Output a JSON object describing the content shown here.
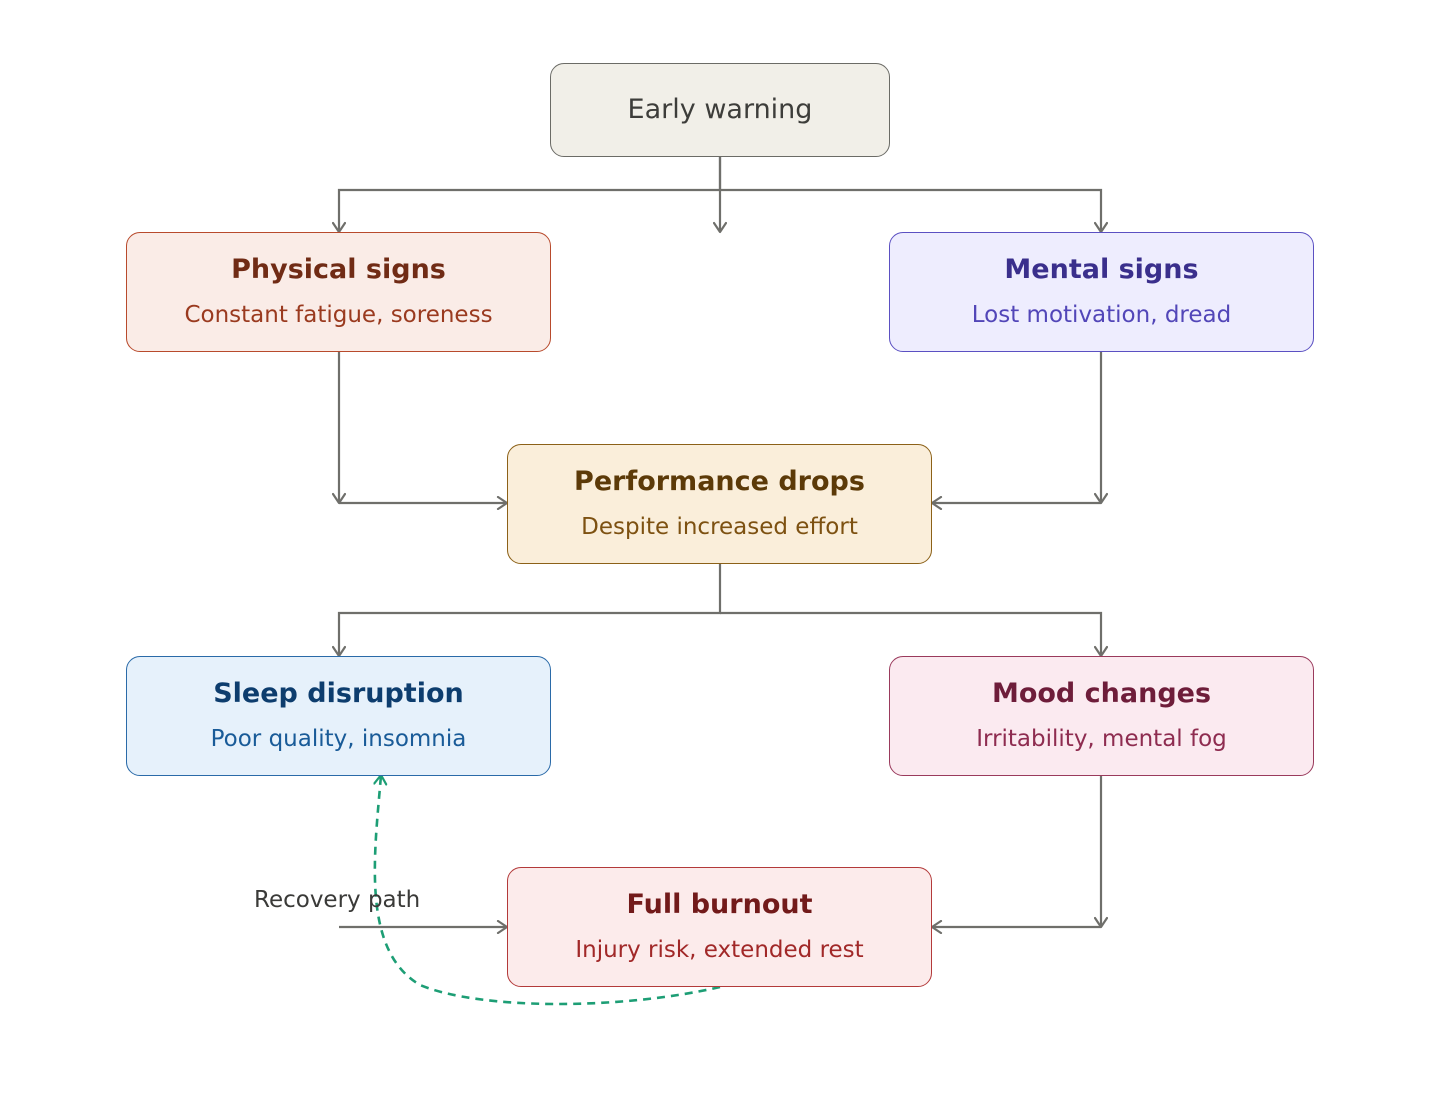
{
  "nodes": {
    "early": {
      "title": "Early warning",
      "fill": "#f1efe8",
      "stroke": "#6b6b66",
      "title_color": "#3d3d3a"
    },
    "physical": {
      "title": "Physical signs",
      "sub": "Constant fatigue, soreness",
      "fill": "#faece7",
      "stroke": "#b84a2c",
      "title_color": "#702b15",
      "sub_color": "#9a3a1f"
    },
    "mental": {
      "title": "Mental signs",
      "sub": "Lost motivation, dread",
      "fill": "#eeedfe",
      "stroke": "#5b50c2",
      "title_color": "#3a2f8c",
      "sub_color": "#5246b8"
    },
    "performance": {
      "title": "Performance drops",
      "sub": "Despite increased effort",
      "fill": "#faeeda",
      "stroke": "#8c6118",
      "title_color": "#5c3a08",
      "sub_color": "#7d5111"
    },
    "sleep": {
      "title": "Sleep disruption",
      "sub": "Poor quality, insomnia",
      "fill": "#e6f1fb",
      "stroke": "#2a6aa8",
      "title_color": "#0d3d6e",
      "sub_color": "#195b98"
    },
    "mood": {
      "title": "Mood changes",
      "sub": "Irritability, mental fog",
      "fill": "#fbeaf0",
      "stroke": "#9a3a5c",
      "title_color": "#6e1d3a",
      "sub_color": "#8e2c50"
    },
    "burnout": {
      "title": "Full burnout",
      "sub": "Injury risk, extended rest",
      "fill": "#fcebeb",
      "stroke": "#b33a3a",
      "title_color": "#721a1a",
      "sub_color": "#a12828"
    }
  },
  "edge_labels": {
    "recovery": "Recovery path"
  },
  "colors": {
    "connector": "#6f6f6b",
    "recovery": "#1d9e75"
  }
}
